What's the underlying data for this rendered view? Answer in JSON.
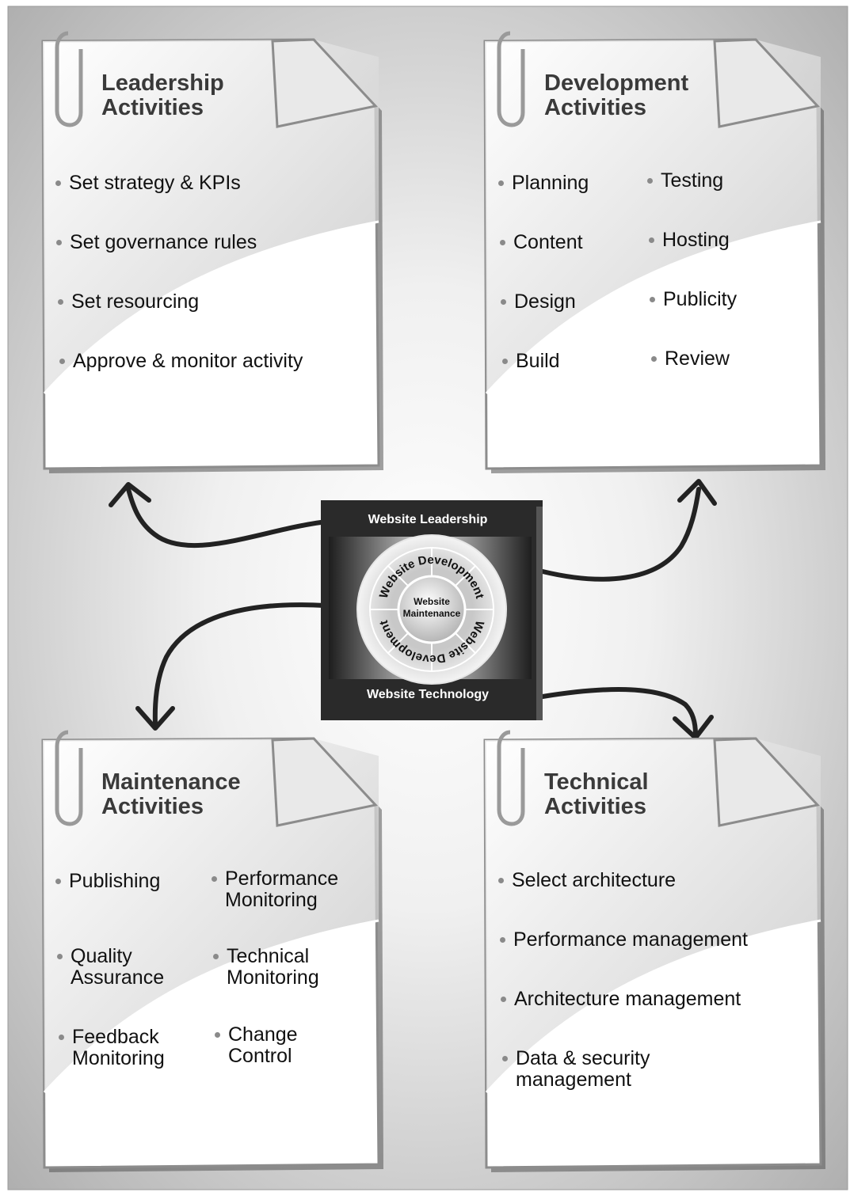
{
  "cards": {
    "leadership": {
      "title_line1": "Leadership",
      "title_line2": "Activities",
      "items": [
        "Set strategy & KPIs",
        "Set governance rules",
        "Set resourcing",
        "Approve & monitor activity"
      ]
    },
    "development": {
      "title_line1": "Development",
      "title_line2": "Activities",
      "items": [
        "Planning",
        "Content",
        "Design",
        "Build",
        "Testing",
        "Hosting",
        "Publicity",
        "Review"
      ]
    },
    "maintenance": {
      "title_line1": "Maintenance",
      "title_line2": "Activities",
      "items": [
        {
          "l1": "Publishing",
          "l2": ""
        },
        {
          "l1": "Quality",
          "l2": "Assurance"
        },
        {
          "l1": "Feedback",
          "l2": "Monitoring"
        },
        {
          "l1": "Performance",
          "l2": "Monitoring"
        },
        {
          "l1": "Technical",
          "l2": "Monitoring"
        },
        {
          "l1": "Change",
          "l2": "Control"
        }
      ]
    },
    "technical": {
      "title_line1": "Technical",
      "title_line2": "Activities",
      "items": [
        {
          "l1": "Select architecture",
          "l2": ""
        },
        {
          "l1": "Performance management",
          "l2": ""
        },
        {
          "l1": "Architecture management",
          "l2": ""
        },
        {
          "l1": "Data & security",
          "l2": "management"
        }
      ]
    }
  },
  "center": {
    "top_label": "Website Leadership",
    "bottom_label": "Website Technology",
    "ring_top": "Website Development",
    "ring_bottom": "Website Development",
    "core_line1": "Website",
    "core_line2": "Maintenance"
  }
}
